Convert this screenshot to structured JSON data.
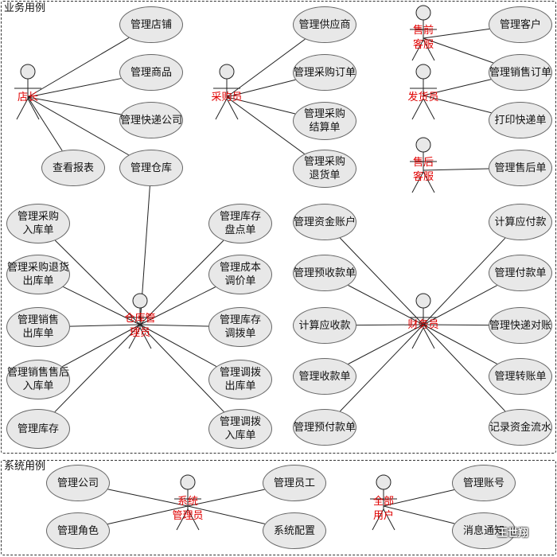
{
  "frames": {
    "business": {
      "title": "业务用例"
    },
    "system": {
      "title": "系统用例"
    }
  },
  "actors": [
    {
      "id": "store_manager",
      "label": "店长"
    },
    {
      "id": "purchaser",
      "label": "采购员"
    },
    {
      "id": "presales",
      "label": "售前\n客服"
    },
    {
      "id": "shipper",
      "label": "发货员"
    },
    {
      "id": "aftersales",
      "label": "售后\n客服"
    },
    {
      "id": "warehouse",
      "label": "仓库管\n理员"
    },
    {
      "id": "finance",
      "label": "财务员"
    },
    {
      "id": "sysadmin",
      "label": "系统\n管理员"
    },
    {
      "id": "allusers",
      "label": "全部\n用户"
    }
  ],
  "usecases": [
    {
      "id": "u1",
      "label": "管理店铺"
    },
    {
      "id": "u2",
      "label": "管理商品"
    },
    {
      "id": "u3",
      "label": "管理快递公司"
    },
    {
      "id": "u4",
      "label": "查看报表"
    },
    {
      "id": "u5",
      "label": "管理仓库"
    },
    {
      "id": "u6",
      "label": "管理供应商"
    },
    {
      "id": "u7",
      "label": "管理采购订单"
    },
    {
      "id": "u8",
      "label": "管理采购\n结算单"
    },
    {
      "id": "u9",
      "label": "管理采购\n退货单"
    },
    {
      "id": "u10",
      "label": "管理客户"
    },
    {
      "id": "u11",
      "label": "管理销售订单"
    },
    {
      "id": "u12",
      "label": "打印快递单"
    },
    {
      "id": "u13",
      "label": "管理售后单"
    },
    {
      "id": "u14",
      "label": "管理采购\n入库单"
    },
    {
      "id": "u15",
      "label": "管理采购退货\n出库单"
    },
    {
      "id": "u16",
      "label": "管理销售\n出库单"
    },
    {
      "id": "u17",
      "label": "管理销售售后\n入库单"
    },
    {
      "id": "u18",
      "label": "管理库存"
    },
    {
      "id": "u19",
      "label": "管理库存\n盘点单"
    },
    {
      "id": "u20",
      "label": "管理成本\n调价单"
    },
    {
      "id": "u21",
      "label": "管理库存\n调拨单"
    },
    {
      "id": "u22",
      "label": "管理调拨\n出库单"
    },
    {
      "id": "u23",
      "label": "管理调拨\n入库单"
    },
    {
      "id": "u24",
      "label": "管理资金账户"
    },
    {
      "id": "u25",
      "label": "管理预收款单"
    },
    {
      "id": "u26",
      "label": "计算应收款"
    },
    {
      "id": "u27",
      "label": "管理收款单"
    },
    {
      "id": "u28",
      "label": "管理预付款单"
    },
    {
      "id": "u29",
      "label": "计算应付款"
    },
    {
      "id": "u30",
      "label": "管理付款单"
    },
    {
      "id": "u31",
      "label": "管理快递对账"
    },
    {
      "id": "u32",
      "label": "管理转账单"
    },
    {
      "id": "u33",
      "label": "记录资金流水"
    },
    {
      "id": "u34",
      "label": "管理公司"
    },
    {
      "id": "u35",
      "label": "管理角色"
    },
    {
      "id": "u36",
      "label": "管理员工"
    },
    {
      "id": "u37",
      "label": "系统配置"
    },
    {
      "id": "u38",
      "label": "管理账号"
    },
    {
      "id": "u39",
      "label": "消息通知"
    }
  ],
  "associations": [
    [
      "store_manager",
      "u1"
    ],
    [
      "store_manager",
      "u2"
    ],
    [
      "store_manager",
      "u3"
    ],
    [
      "store_manager",
      "u4"
    ],
    [
      "store_manager",
      "u5"
    ],
    [
      "purchaser",
      "u6"
    ],
    [
      "purchaser",
      "u7"
    ],
    [
      "purchaser",
      "u8"
    ],
    [
      "purchaser",
      "u9"
    ],
    [
      "presales",
      "u10"
    ],
    [
      "presales",
      "u11"
    ],
    [
      "shipper",
      "u11"
    ],
    [
      "shipper",
      "u12"
    ],
    [
      "aftersales",
      "u13"
    ],
    [
      "warehouse",
      "u5"
    ],
    [
      "warehouse",
      "u14"
    ],
    [
      "warehouse",
      "u15"
    ],
    [
      "warehouse",
      "u16"
    ],
    [
      "warehouse",
      "u17"
    ],
    [
      "warehouse",
      "u18"
    ],
    [
      "warehouse",
      "u19"
    ],
    [
      "warehouse",
      "u20"
    ],
    [
      "warehouse",
      "u21"
    ],
    [
      "warehouse",
      "u22"
    ],
    [
      "warehouse",
      "u23"
    ],
    [
      "finance",
      "u24"
    ],
    [
      "finance",
      "u25"
    ],
    [
      "finance",
      "u26"
    ],
    [
      "finance",
      "u27"
    ],
    [
      "finance",
      "u28"
    ],
    [
      "finance",
      "u29"
    ],
    [
      "finance",
      "u30"
    ],
    [
      "finance",
      "u31"
    ],
    [
      "finance",
      "u32"
    ],
    [
      "finance",
      "u33"
    ],
    [
      "sysadmin",
      "u34"
    ],
    [
      "sysadmin",
      "u35"
    ],
    [
      "sysadmin",
      "u36"
    ],
    [
      "sysadmin",
      "u37"
    ],
    [
      "allusers",
      "u38"
    ],
    [
      "allusers",
      "u39"
    ]
  ],
  "watermark": {
    "text": "王世翔"
  },
  "colors": {
    "actor_label": "#e00000",
    "usecase_fill": "#e8e8e8",
    "line": "#222222"
  }
}
